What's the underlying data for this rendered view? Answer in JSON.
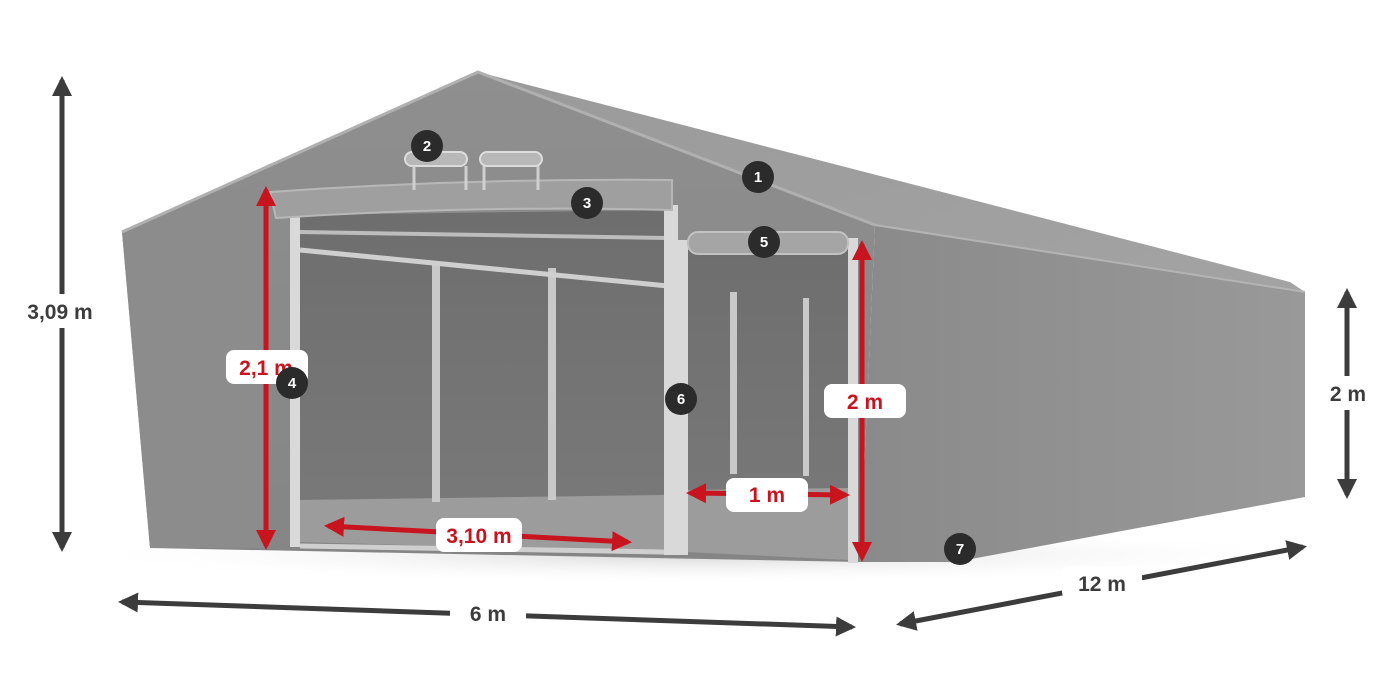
{
  "dimensions": {
    "total_height": "3,09 m",
    "width": "6 m",
    "length": "12 m",
    "side_height": "2 m",
    "door_large_height": "2,1 m",
    "door_large_width": "3,10 m",
    "door_small_height": "2 m",
    "door_small_width": "1 m"
  },
  "markers": [
    "1",
    "2",
    "3",
    "4",
    "5",
    "6",
    "7"
  ],
  "colors": {
    "dimension_dark": "#3c3c3c",
    "dimension_red": "#c8141e",
    "tent_fabric": "#8e8e8e",
    "marker_fill": "#2b2b2b"
  }
}
